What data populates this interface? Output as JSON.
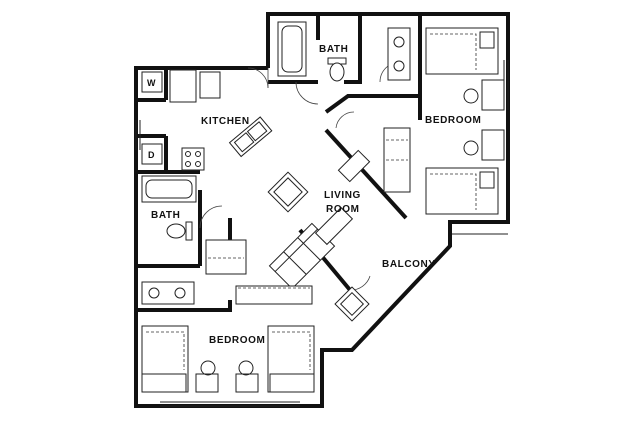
{
  "plan": {
    "rooms": {
      "bath_top": "BATH",
      "kitchen": "KITCHEN",
      "bedroom_right": "BEDROOM",
      "living_line1": "LIVING",
      "living_line2": "ROOM",
      "bath_left": "BATH",
      "balcony": "BALCONY",
      "bedroom_bottom": "BEDROOM"
    },
    "appliances": {
      "washer": "W",
      "dryer": "D"
    }
  }
}
